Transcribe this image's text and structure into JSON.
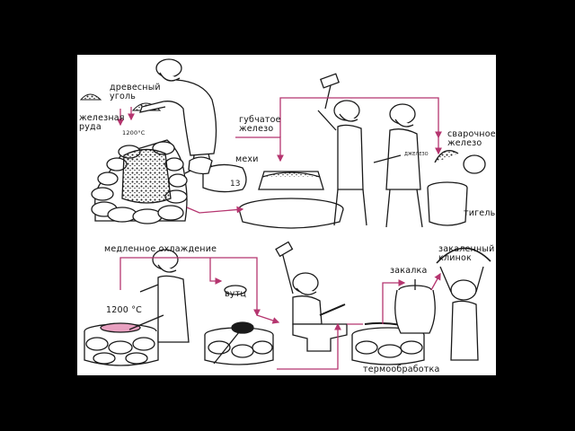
{
  "labels": {
    "charcoal": "древесный\nуголь",
    "iron_ore": "железная\nруда",
    "temp_top": "1200°С",
    "bellows": "мехи",
    "sponge_iron": "губчатое\nжелезо",
    "welding_iron": "сварочное\nжелезо",
    "crucible": "тигель",
    "slow_cooling": "медленное охлаждение",
    "wootz": "вутц",
    "temp_bottom": "1200 °С",
    "quenching": "закалка",
    "hardened_blade": "закаленный\nклинок",
    "heat_treatment": "термообработка",
    "sack_number": "13",
    "iron_tag": "ДЖЕЛЕЗО"
  },
  "colors": {
    "background": "#000000",
    "panel": "#ffffff",
    "ink": "#1a1a1a",
    "flow_arrow": "#b5356f",
    "hot_metal": "#e8a0c0"
  }
}
